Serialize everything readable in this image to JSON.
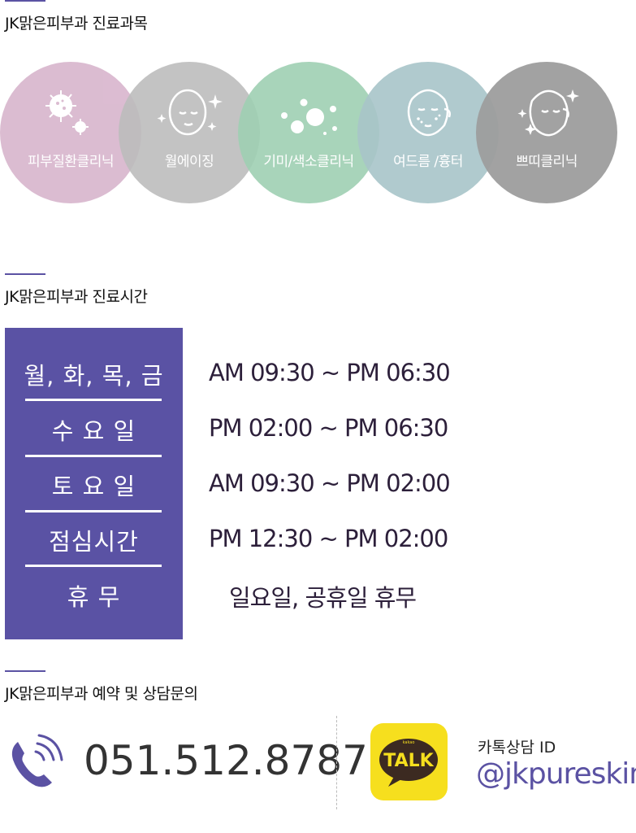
{
  "sections": {
    "clinics_title": "JK맑은피부과 진료과목",
    "hours_title": "JK맑은피부과 진료시간",
    "contact_title": "JK맑은피부과 예약 및 상담문의"
  },
  "clinics": [
    {
      "label": "피부질환클리닉",
      "icon": "bacteria-icon",
      "color": "#d8b5cd"
    },
    {
      "label": "월에이징",
      "icon": "face-sparkle-icon",
      "color": "#bdbdbd"
    },
    {
      "label": "기미/색소클리닉",
      "icon": "pigment-dots-icon",
      "color": "#a6d3b8"
    },
    {
      "label": "여드름 /흉터",
      "icon": "acne-face-icon",
      "color": "#a8c5c9"
    },
    {
      "label": "쁘띠클리닉",
      "icon": "face-sparkle-icon",
      "color": "#a2a2a2"
    }
  ],
  "hours": [
    {
      "day": "월, 화, 목, 금",
      "time": "AM 09:30 ~ PM 06:30"
    },
    {
      "day": "수 요 일",
      "time": "PM 02:00 ~ PM 06:30"
    },
    {
      "day": "토 요 일",
      "time": "AM 09:30 ~ PM 02:00"
    },
    {
      "day": "점심시간",
      "time": "PM 12:30 ~ PM 02:00"
    },
    {
      "day": "휴 무",
      "time": "일요일, 공휴일 휴무"
    }
  ],
  "contact": {
    "phone": "051.512.8787",
    "phone_icon": "phone-icon",
    "kakao_badge": "TALK",
    "kakao_small": "kakao",
    "kakao_label": "카톡상담 ID",
    "kakao_id": "@jkpureskin"
  },
  "colors": {
    "accent": "#5b52a3",
    "hours_panel": "#5a52a4",
    "kakao_yellow": "#f6df1e",
    "kakao_brown": "#3c2a21"
  }
}
